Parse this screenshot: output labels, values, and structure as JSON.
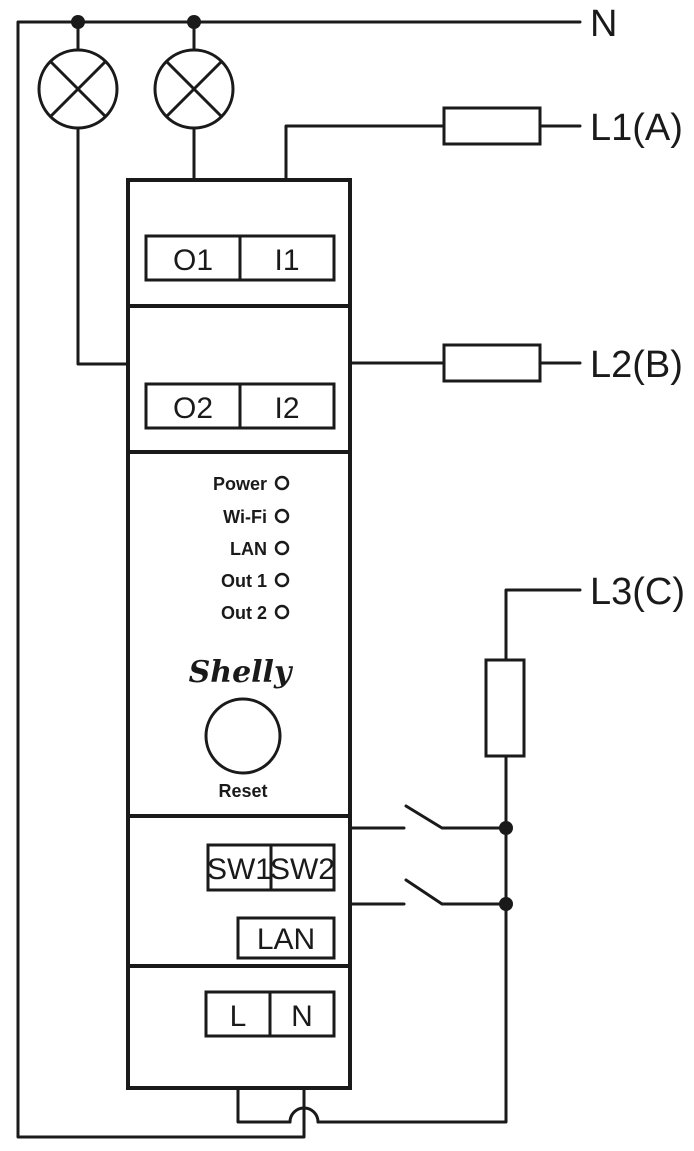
{
  "lines": {
    "neutral": "N",
    "phase_a": "L1(A)",
    "phase_b": "L2(B)",
    "phase_c": "L3(C)"
  },
  "terminals": {
    "o1": "O1",
    "i1": "I1",
    "o2": "O2",
    "i2": "I2",
    "sw1": "SW1",
    "sw2": "SW2",
    "lan": "LAN",
    "l": "L",
    "n": "N"
  },
  "indicators": [
    "Power",
    "Wi-Fi",
    "LAN",
    "Out 1",
    "Out 2"
  ],
  "brand": "Shelly",
  "reset_label": "Reset"
}
